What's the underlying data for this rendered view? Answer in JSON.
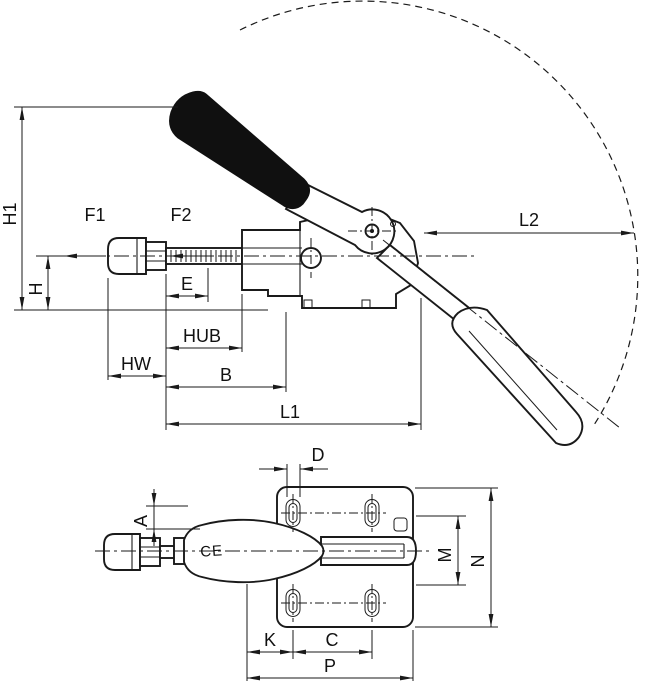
{
  "title": "Toggle clamp technical drawing",
  "colors": {
    "line": "#1a1a1a",
    "background": "#ffffff",
    "grip_fill": "#101010"
  },
  "side_view": {
    "labels": {
      "h1": "H1",
      "h": "H",
      "f1": "F1",
      "f2": "F2",
      "l2": "L2",
      "e": "E",
      "hub": "HUB",
      "hw": "HW",
      "b": "B",
      "l1": "L1"
    }
  },
  "top_view": {
    "labels": {
      "a": "A",
      "d": "D",
      "m": "M",
      "n": "N",
      "k": "K",
      "c": "C",
      "p": "P"
    },
    "ce_mark": "CE"
  }
}
